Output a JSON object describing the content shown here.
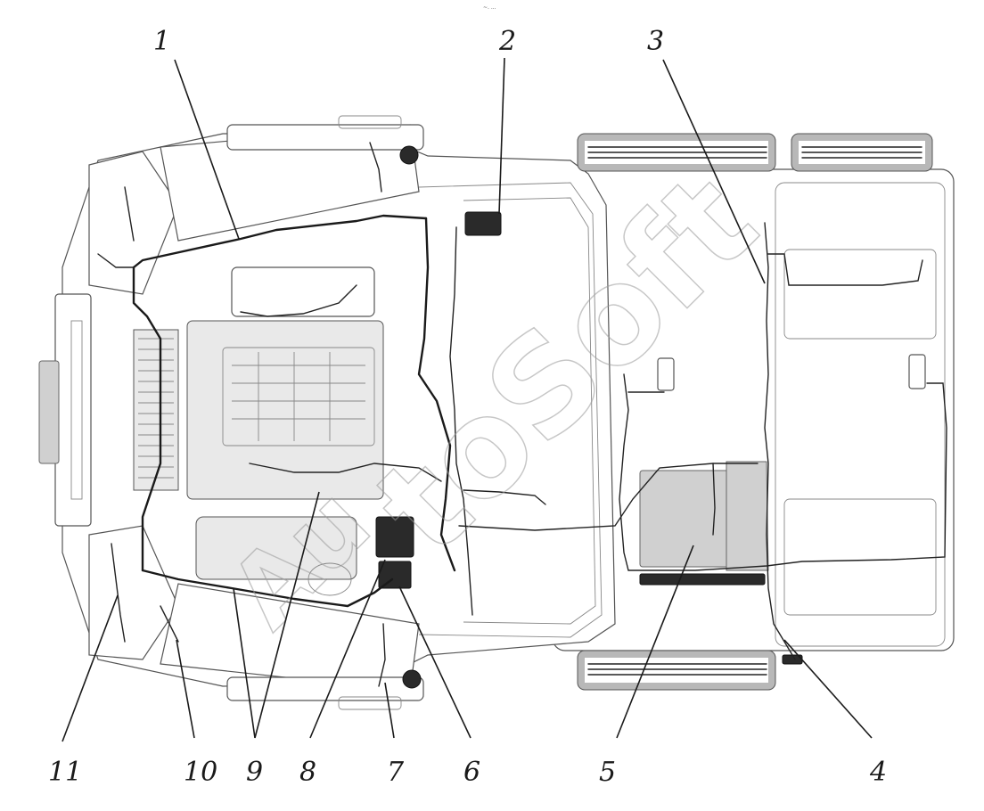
{
  "header_mark": "~. ...",
  "watermark": {
    "word_main": "toSoft",
    "word_prefix": "Au"
  },
  "callouts": [
    {
      "id": "1",
      "label": "1"
    },
    {
      "id": "2",
      "label": "2"
    },
    {
      "id": "3",
      "label": "3"
    },
    {
      "id": "4",
      "label": "4"
    },
    {
      "id": "5",
      "label": "5"
    },
    {
      "id": "6",
      "label": "6"
    },
    {
      "id": "7",
      "label": "7"
    },
    {
      "id": "8",
      "label": "8"
    },
    {
      "id": "9",
      "label": "9"
    },
    {
      "id": "10",
      "label": "10"
    },
    {
      "id": "11",
      "label": "11"
    }
  ],
  "colors": {
    "ink": "#1a1a1a",
    "background": "#ffffff",
    "engine_fill": "#e9e9e9",
    "step_fill": "#b8b8b8",
    "watermark": "#9a9a9a"
  }
}
